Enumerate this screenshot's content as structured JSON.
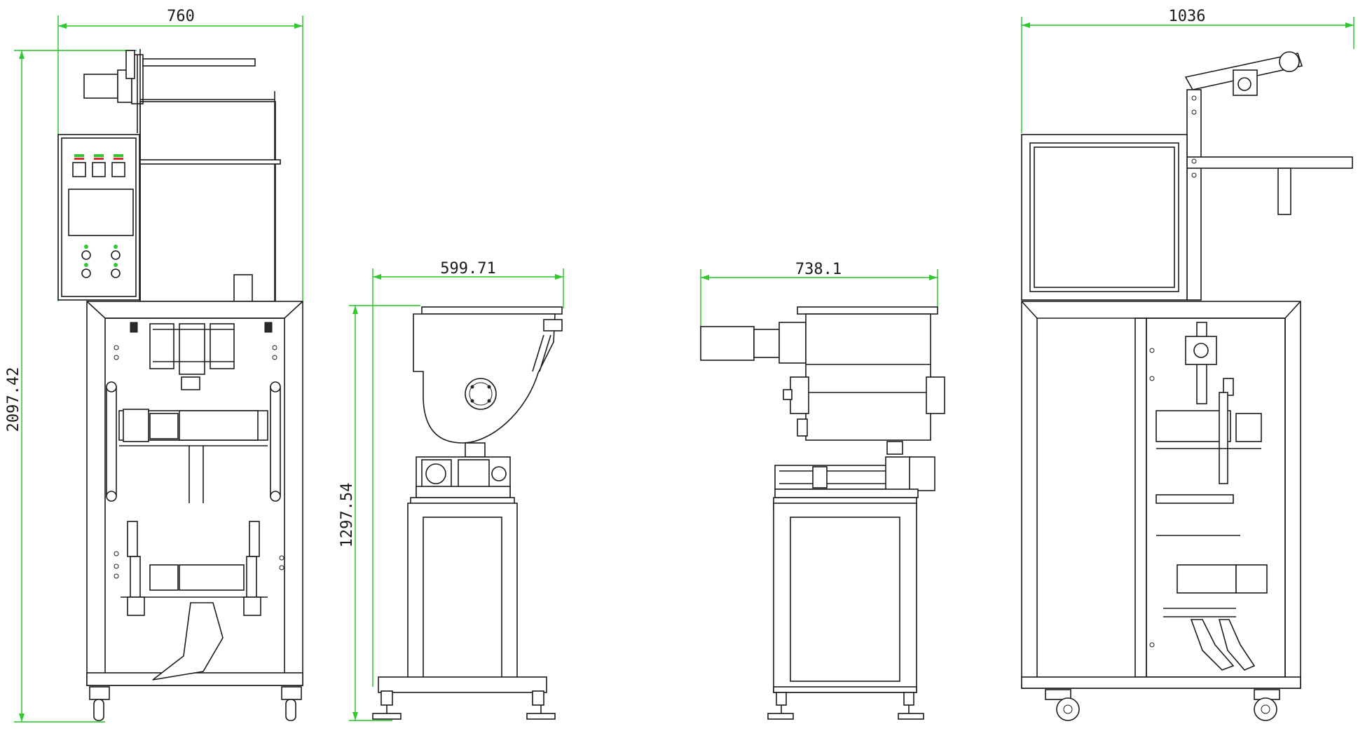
{
  "views": {
    "front": {
      "width_label": "760",
      "height_label": "2097.42"
    },
    "filler_side": {
      "width_label": "599.71",
      "height_label": "1297.54"
    },
    "filler_front": {
      "width_label": "738.1"
    },
    "side": {
      "width_label": "1036"
    }
  },
  "colors": {
    "dimension_line": "#22c322",
    "outline": "#1c1c1c",
    "indicator_green": "#31c731",
    "indicator_red": "#e02a2a"
  }
}
